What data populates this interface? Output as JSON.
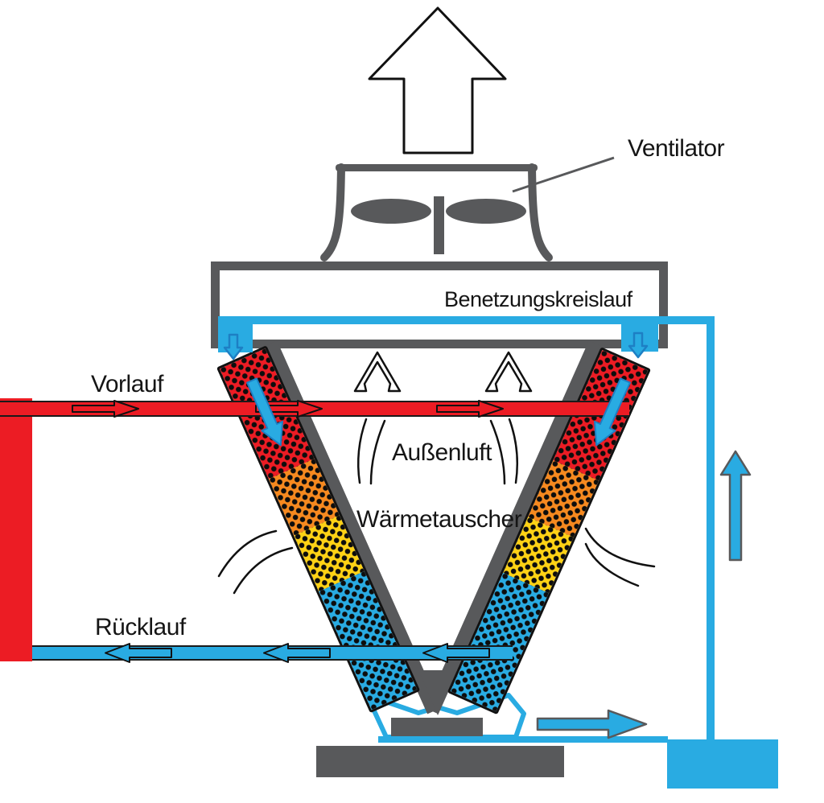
{
  "labels": {
    "ventilator": "Ventilator",
    "benetzungskreislauf": "Benetzungskreislauf",
    "vorlauf": "Vorlauf",
    "aussenluft": "Außenluft",
    "waermetauscher": "Wärmetauscher",
    "ruecklauf": "Rücklauf"
  },
  "colors": {
    "gray": "#58595B",
    "red": "#EC1C24",
    "cyan": "#29ABE2",
    "orange": "#F6891F",
    "yellow": "#FFD215",
    "ink": "#151515"
  },
  "icons": {
    "exhaust_air_arrow": "large outlined arrow up",
    "fan": "two dark blades with shaft",
    "supply_flow_arrows": "3 outlined arrows right in red pipe",
    "return_flow_arrows": "3 outlined arrows left in cyan pipe",
    "spray_down_arrows": "2 small cyan arrows down",
    "heat_transfer_arrows": "2 cyan diagonal arrows into coils",
    "riser_up_arrow": "cyan arrow up",
    "basin_out_arrow": "cyan arrow right",
    "air_in_chevrons": "2 outlined chevron arrows up",
    "air_flow_arcs": "curved intake lines"
  }
}
